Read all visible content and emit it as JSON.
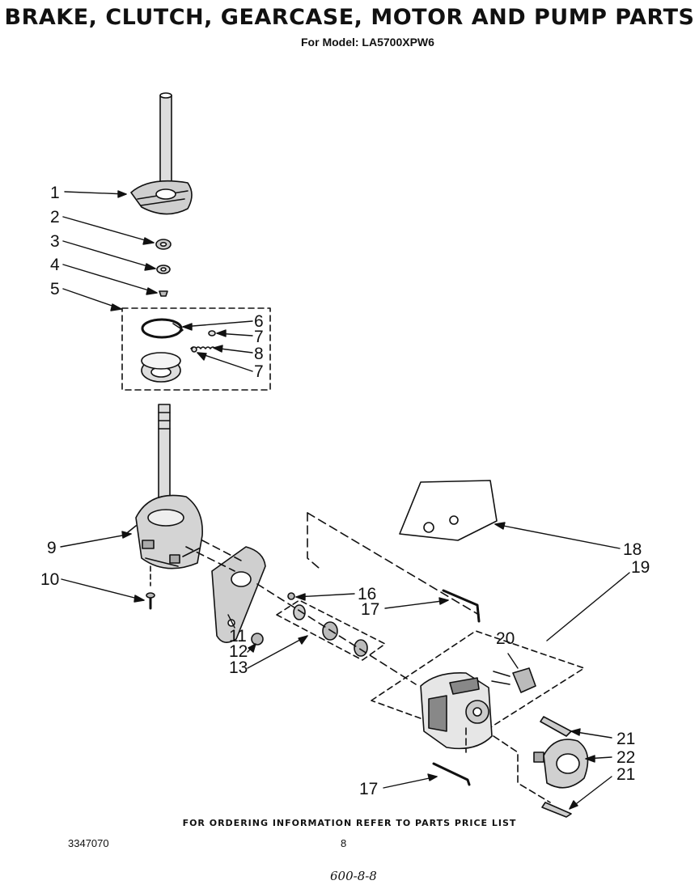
{
  "title": "BRAKE, CLUTCH, GEARCASE, MOTOR AND PUMP PARTS",
  "subtitle": "For Model: LA5700XPW6",
  "callouts": [
    {
      "id": "c1",
      "label": "1"
    },
    {
      "id": "c2",
      "label": "2"
    },
    {
      "id": "c3",
      "label": "3"
    },
    {
      "id": "c4",
      "label": "4"
    },
    {
      "id": "c5",
      "label": "5"
    },
    {
      "id": "c6",
      "label": "6"
    },
    {
      "id": "c7a",
      "label": "7"
    },
    {
      "id": "c8",
      "label": "8"
    },
    {
      "id": "c7b",
      "label": "7"
    },
    {
      "id": "c9",
      "label": "9"
    },
    {
      "id": "c10",
      "label": "10"
    },
    {
      "id": "c11",
      "label": "11"
    },
    {
      "id": "c12",
      "label": "12"
    },
    {
      "id": "c13",
      "label": "13"
    },
    {
      "id": "c16",
      "label": "16"
    },
    {
      "id": "c17a",
      "label": "17"
    },
    {
      "id": "c18",
      "label": "18"
    },
    {
      "id": "c19",
      "label": "19"
    },
    {
      "id": "c20",
      "label": "20"
    },
    {
      "id": "c21a",
      "label": "21"
    },
    {
      "id": "c22",
      "label": "22"
    },
    {
      "id": "c21b",
      "label": "21"
    },
    {
      "id": "c17b",
      "label": "17"
    }
  ],
  "footer_note": "FOR ORDERING INFORMATION REFER TO PARTS PRICE LIST",
  "document_number": "3347070",
  "page_number": "8",
  "handwritten_note": "600-8-8"
}
